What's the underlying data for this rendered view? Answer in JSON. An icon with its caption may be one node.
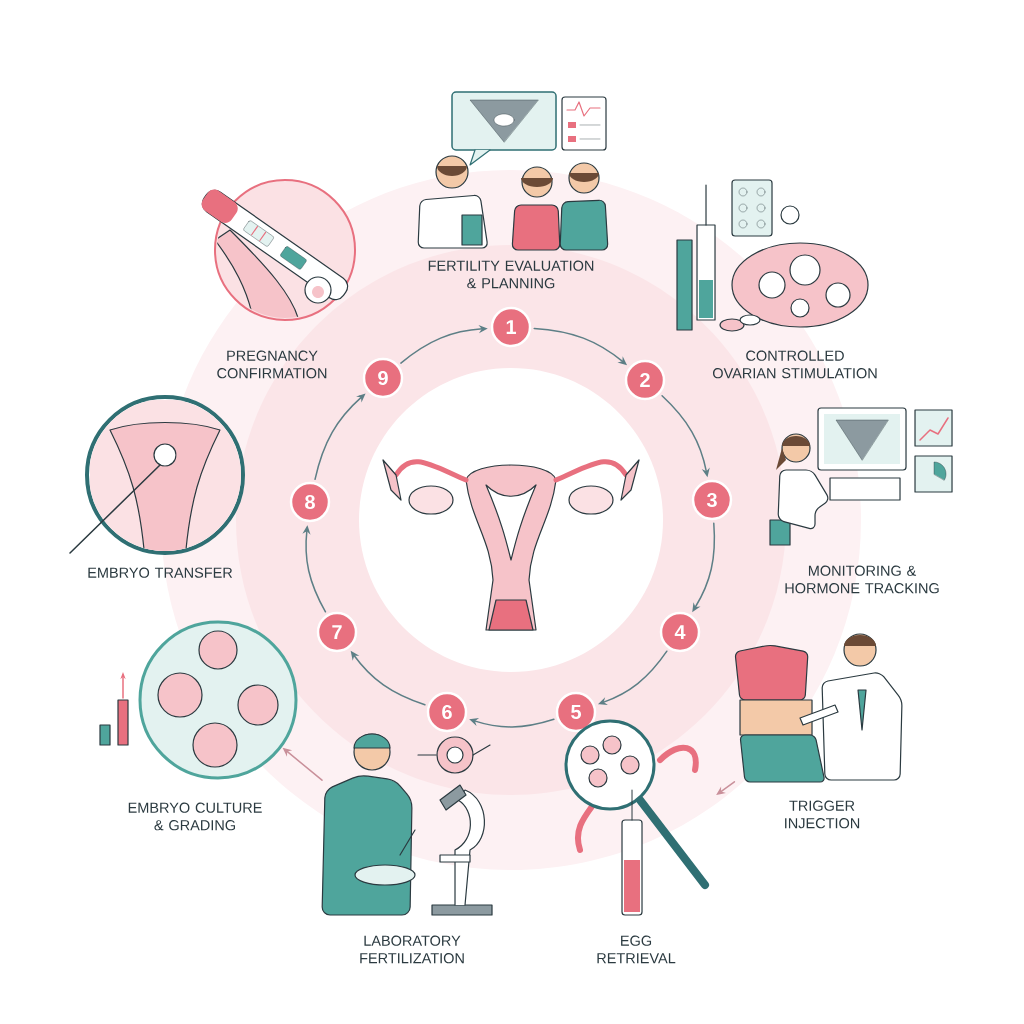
{
  "diagram": {
    "nodes": [
      {
        "text": [
          "1"
        ]
      },
      {
        "text": [
          "2"
        ]
      },
      {
        "text": [
          "3"
        ]
      },
      {
        "text": [
          "4"
        ]
      },
      {
        "text": [
          "5"
        ]
      },
      {
        "text": [
          "6"
        ]
      },
      {
        "text": [
          "7"
        ]
      },
      {
        "text": [
          "8"
        ]
      },
      {
        "text": [
          "9"
        ]
      },
      {
        "text": [
          "FERTILITY EVALUATION & PLANNING"
        ]
      },
      {
        "text": [
          "CONTROLLED OVARIAN STIMULATION"
        ]
      },
      {
        "text": [
          "MONITORING & HORMONE TRACKING"
        ]
      },
      {
        "text": [
          "TRIGGER INJECTION"
        ]
      },
      {
        "text": [
          "EGG RETRIEVAL"
        ]
      },
      {
        "text": [
          "LABORATORY FERTILIZATION"
        ]
      },
      {
        "text": [
          "EMBRYO CULTURE & GRADING"
        ]
      },
      {
        "text": [
          "EMBRYO TRANSFER"
        ]
      },
      {
        "text": [
          "PREGNANCY CONFIRMATION"
        ]
      }
    ],
    "edges": [
      {
        "from": 0,
        "to": 1,
        "arrow": "to"
      },
      {
        "from": 1,
        "to": 2,
        "arrow": "to"
      },
      {
        "from": 2,
        "to": 3,
        "arrow": "to"
      },
      {
        "from": 3,
        "to": 4,
        "arrow": "to"
      },
      {
        "from": 4,
        "to": 5,
        "arrow": "to"
      },
      {
        "from": 5,
        "to": 6,
        "arrow": "to"
      },
      {
        "from": 6,
        "to": 7,
        "arrow": "to"
      },
      {
        "from": 7,
        "to": 8,
        "arrow": "to"
      },
      {
        "from": 8,
        "to": 0,
        "arrow": "to"
      },
      {
        "from": 12,
        "to": 13,
        "arrow": "to",
        "color": "#c9909a"
      },
      {
        "from": 14,
        "to": 15,
        "arrow": "to",
        "color": "#c9909a"
      }
    ]
  }
}
